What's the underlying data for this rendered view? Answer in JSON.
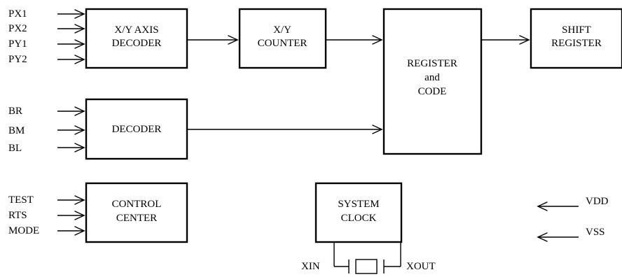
{
  "inputs": {
    "px1": "PX1",
    "px2": "PX2",
    "py1": "PY1",
    "py2": "PY2",
    "br": "BR",
    "bm": "BM",
    "bl": "BL",
    "test": "TEST",
    "rts": "RTS",
    "mode": "MODE"
  },
  "blocks": {
    "xy_axis_decoder": {
      "line1": "X/Y AXIS",
      "line2": "DECODER"
    },
    "xy_counter": {
      "line1": "X/Y",
      "line2": "COUNTER"
    },
    "register_code": {
      "line1": "REGISTER",
      "line2": "and",
      "line3": "CODE"
    },
    "shift_register": {
      "line1": "SHIFT",
      "line2": "REGISTER"
    },
    "decoder": {
      "line1": "DECODER"
    },
    "control_center": {
      "line1": "CONTROL",
      "line2": "CENTER"
    },
    "system_clock": {
      "line1": "SYSTEM",
      "line2": "CLOCK"
    }
  },
  "power": {
    "vdd": "VDD",
    "vss": "VSS"
  },
  "crystal": {
    "xin": "XIN",
    "xout": "XOUT"
  }
}
